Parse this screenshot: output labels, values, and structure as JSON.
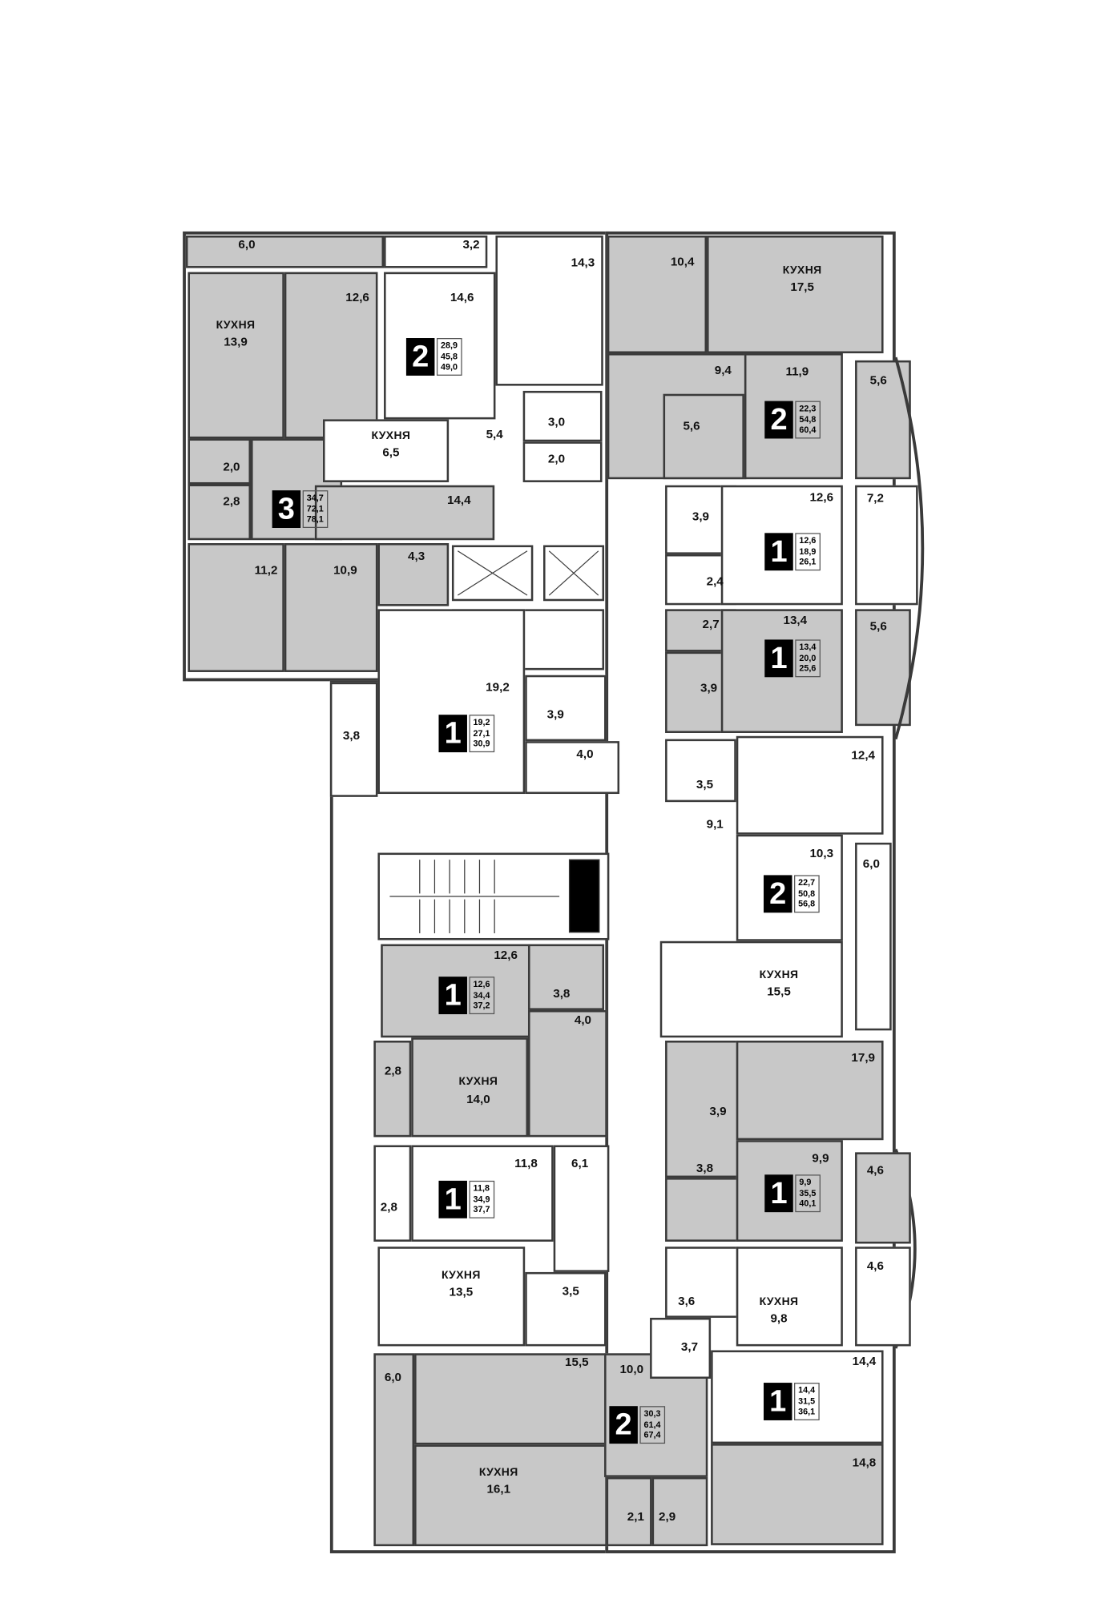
{
  "kitchen_label": "КУХНЯ",
  "apartments": [
    {
      "rooms": "3",
      "areas": [
        "34,7",
        "72,1",
        "78,1"
      ],
      "spaces": [
        "6,0",
        "13,9",
        "12,6",
        "2,0",
        "2,8",
        "14,4",
        "11,2",
        "10,9",
        "4,3"
      ]
    },
    {
      "rooms": "2",
      "areas": [
        "28,9",
        "45,8",
        "49,0"
      ],
      "spaces": [
        "3,2",
        "14,6",
        "14,3",
        "6,5",
        "5,4",
        "3,0",
        "2,0"
      ]
    },
    {
      "rooms": "2",
      "areas": [
        "22,3",
        "54,8",
        "60,4"
      ],
      "spaces": [
        "10,4",
        "17,5",
        "9,4",
        "11,9",
        "5,6",
        "5,6"
      ]
    },
    {
      "rooms": "1",
      "areas": [
        "12,6",
        "18,9",
        "26,1"
      ],
      "spaces": [
        "12,6",
        "3,9",
        "2,4",
        "7,2"
      ]
    },
    {
      "rooms": "1",
      "areas": [
        "13,4",
        "20,0",
        "25,6"
      ],
      "spaces": [
        "2,7",
        "13,4",
        "3,9",
        "5,6"
      ]
    },
    {
      "rooms": "1",
      "areas": [
        "19,2",
        "27,1",
        "30,9"
      ],
      "spaces": [
        "19,2",
        "3,9",
        "4,0",
        "3,8"
      ]
    },
    {
      "rooms": "2",
      "areas": [
        "22,7",
        "50,8",
        "56,8"
      ],
      "spaces": [
        "12,4",
        "3,5",
        "9,1",
        "10,3",
        "6,0",
        "15,5"
      ]
    },
    {
      "rooms": "1",
      "areas": [
        "12,6",
        "34,4",
        "37,2"
      ],
      "spaces": [
        "12,6",
        "3,8",
        "4,0",
        "14,0",
        "2,8"
      ]
    },
    {
      "rooms": "1",
      "areas": [
        "11,8",
        "34,9",
        "37,7"
      ],
      "spaces": [
        "11,8",
        "6,1",
        "2,8",
        "13,5",
        "3,5"
      ]
    },
    {
      "rooms": "2",
      "areas": [
        "30,3",
        "61,4",
        "67,4"
      ],
      "spaces": [
        "6,0",
        "15,5",
        "10,0",
        "16,1",
        "2,1",
        "2,9"
      ]
    },
    {
      "rooms": "1",
      "areas": [
        "9,9",
        "35,5",
        "40,1"
      ],
      "spaces": [
        "17,9",
        "3,9",
        "9,9",
        "3,8",
        "4,6"
      ]
    },
    {
      "rooms": "1",
      "areas": [
        "14,4",
        "31,5",
        "36,1"
      ],
      "spaces": [
        "4,6",
        "3,6",
        "9,8",
        "3,7",
        "14,4",
        "14,8"
      ]
    }
  ],
  "colors": {
    "living": "#c8c8c8",
    "wall": "#3a3a3a",
    "badge": "#000000"
  }
}
